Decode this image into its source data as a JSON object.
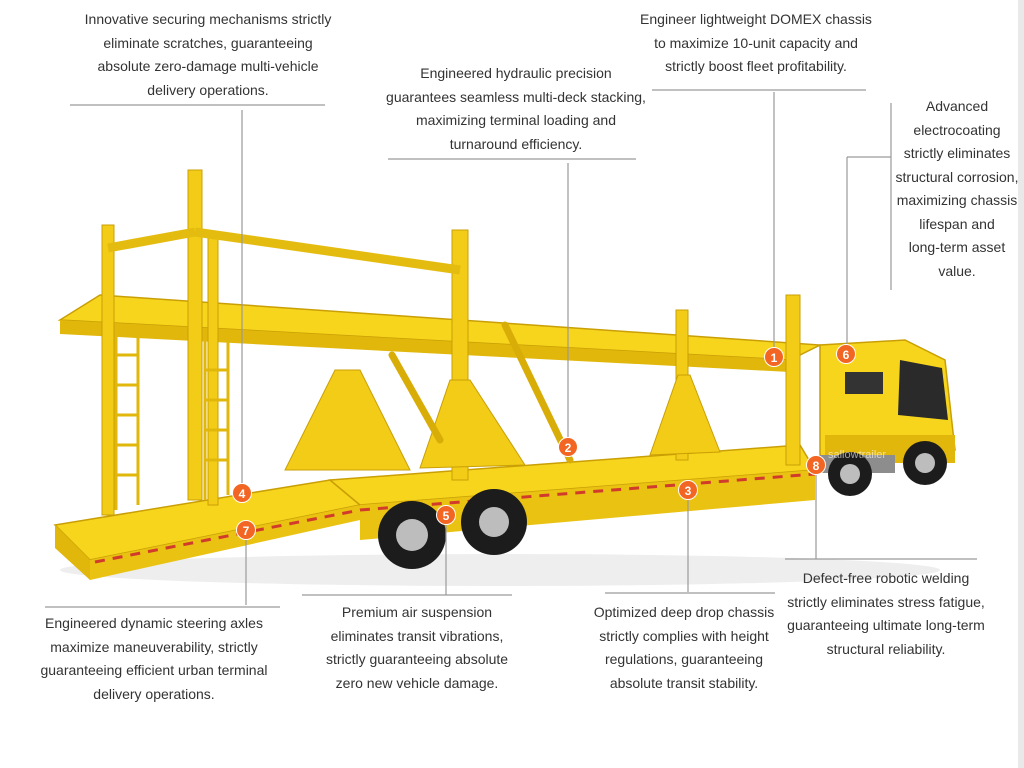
{
  "colors": {
    "trailer": "#f7d51d",
    "trailer_shade": "#e1b70b",
    "marker": "#f26522",
    "leader": "#9a9a9a",
    "text": "#333333"
  },
  "watermark": "sallowtrailer",
  "markers": [
    {
      "num": "1"
    },
    {
      "num": "2"
    },
    {
      "num": "3"
    },
    {
      "num": "4"
    },
    {
      "num": "5"
    },
    {
      "num": "6"
    },
    {
      "num": "7"
    },
    {
      "num": "8"
    }
  ],
  "callouts": {
    "c4": [
      "Innovative securing mechanisms strictly",
      "eliminate scratches, guaranteeing",
      "absolute zero-damage multi-vehicle",
      "delivery operations."
    ],
    "c2": [
      "Engineered hydraulic precision",
      "guarantees seamless multi-deck stacking,",
      "maximizing terminal loading and",
      "turnaround efficiency."
    ],
    "c1": [
      "Engineer lightweight DOMEX chassis",
      "to maximize 10-unit capacity and",
      "strictly boost fleet profitability."
    ],
    "c6": [
      "Advanced",
      "electrocoating",
      "strictly eliminates",
      "structural corrosion,",
      "maximizing chassis",
      "lifespan and",
      "long-term asset",
      "value."
    ],
    "c7": [
      "Engineered dynamic steering axles",
      "maximize maneuverability, strictly",
      "guaranteeing efficient urban terminal",
      "delivery operations."
    ],
    "c5": [
      "Premium air suspension",
      "eliminates transit vibrations,",
      "strictly guaranteeing absolute",
      "zero new vehicle damage."
    ],
    "c3": [
      "Optimized deep drop chassis",
      "strictly complies with height",
      "regulations, guaranteeing",
      "absolute transit stability."
    ],
    "c8": [
      "Defect-free robotic welding",
      "strictly eliminates stress fatigue,",
      "guaranteeing ultimate long-term",
      "structural reliability."
    ]
  }
}
